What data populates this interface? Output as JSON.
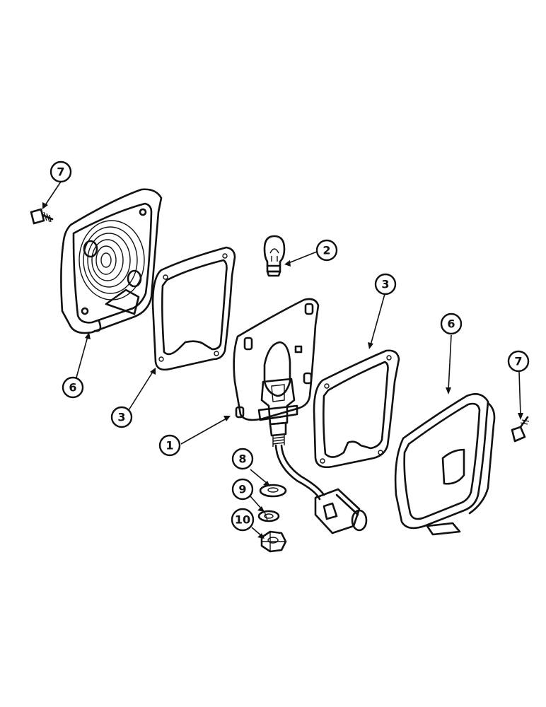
{
  "diagram": {
    "type": "exploded-parts-view",
    "callouts": [
      {
        "id": "c7-left",
        "label": "7"
      },
      {
        "id": "c6-left",
        "label": "6"
      },
      {
        "id": "c3-left",
        "label": "3"
      },
      {
        "id": "c2",
        "label": "2"
      },
      {
        "id": "c1",
        "label": "1"
      },
      {
        "id": "c3-right",
        "label": "3"
      },
      {
        "id": "c6-right",
        "label": "6"
      },
      {
        "id": "c7-right",
        "label": "7"
      },
      {
        "id": "c8",
        "label": "8"
      },
      {
        "id": "c9",
        "label": "9"
      },
      {
        "id": "c10",
        "label": "10"
      }
    ]
  }
}
